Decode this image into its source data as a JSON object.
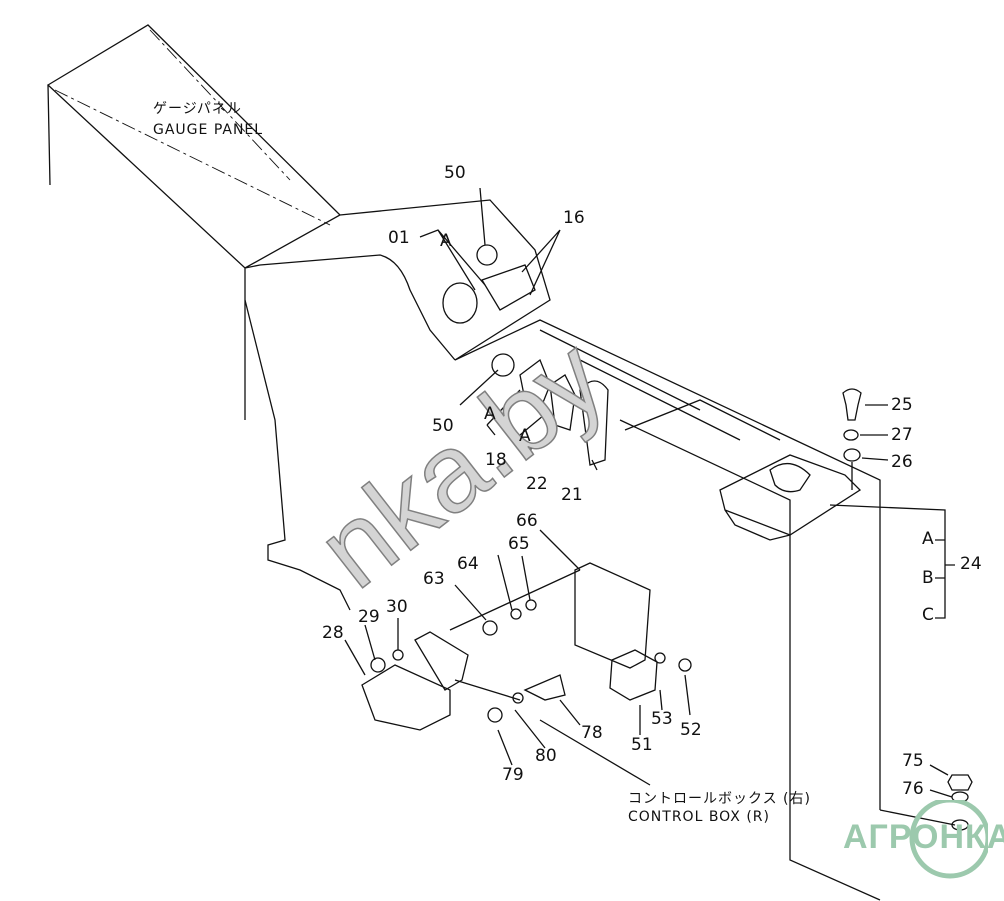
{
  "captions": {
    "gauge_panel_jp": "ゲージパネル",
    "gauge_panel_en": "GAUGE PANEL",
    "control_box_jp": "コントロールボックス (右)",
    "control_box_en": "CONTROL BOX (R)"
  },
  "part_numbers": {
    "p50a": "50",
    "p01": "01",
    "pA1": "A",
    "p16": "16",
    "p50b": "50",
    "pA2": "A",
    "p18": "18",
    "pA3": "A",
    "p22": "22",
    "p21": "21",
    "p25": "25",
    "p27": "27",
    "p26": "26",
    "p24": "24",
    "p24A": "A",
    "p24B": "B",
    "p24C": "C",
    "p66": "66",
    "p65": "65",
    "p64": "64",
    "p63": "63",
    "p28": "28",
    "p29": "29",
    "p30": "30",
    "p53": "53",
    "p52": "52",
    "p51": "51",
    "p78": "78",
    "p80": "80",
    "p79": "79",
    "p75": "75",
    "p76": "76"
  },
  "watermark": "nka.by",
  "logo": "АГРОНКА",
  "colors": {
    "line": "#111111",
    "logo": "#9cc9ad"
  }
}
